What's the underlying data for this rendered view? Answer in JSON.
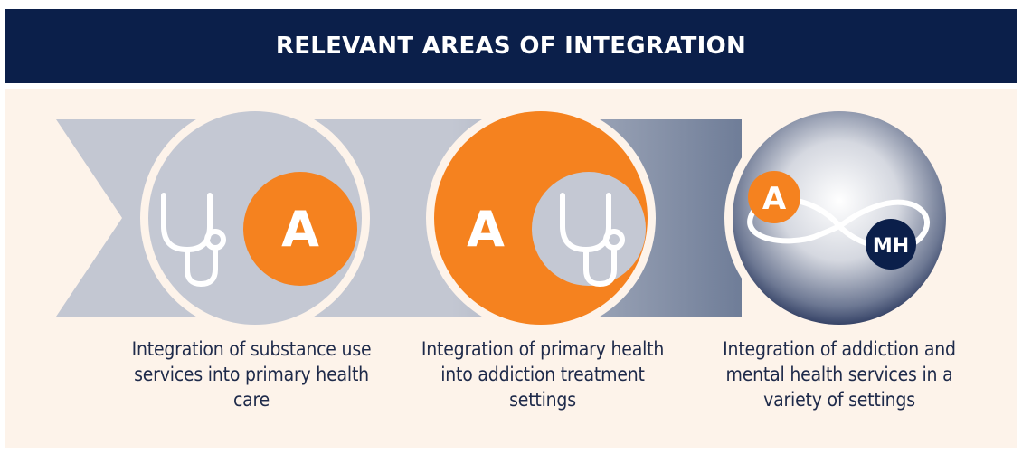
{
  "header": {
    "title": "RELEVANT AREAS OF INTEGRATION"
  },
  "steps": [
    {
      "letter": "A",
      "caption": "Integration of substance use services into primary health care"
    },
    {
      "letter": "A",
      "caption": "Integration of primary health into addiction treatment settings"
    },
    {
      "letter_a": "A",
      "letter_mh": "MH",
      "caption": "Integration of addiction and mental health services in a variety of settings"
    }
  ],
  "icons": [
    "stethoscope-icon",
    "stethoscope-icon",
    "infinity-icon"
  ],
  "colors": {
    "header_bg": "#0b1f4a",
    "panel_bg": "#fdf3ea",
    "orange": "#f5821f",
    "grey": "#c4c8d3",
    "navy": "#0b1f4a"
  }
}
